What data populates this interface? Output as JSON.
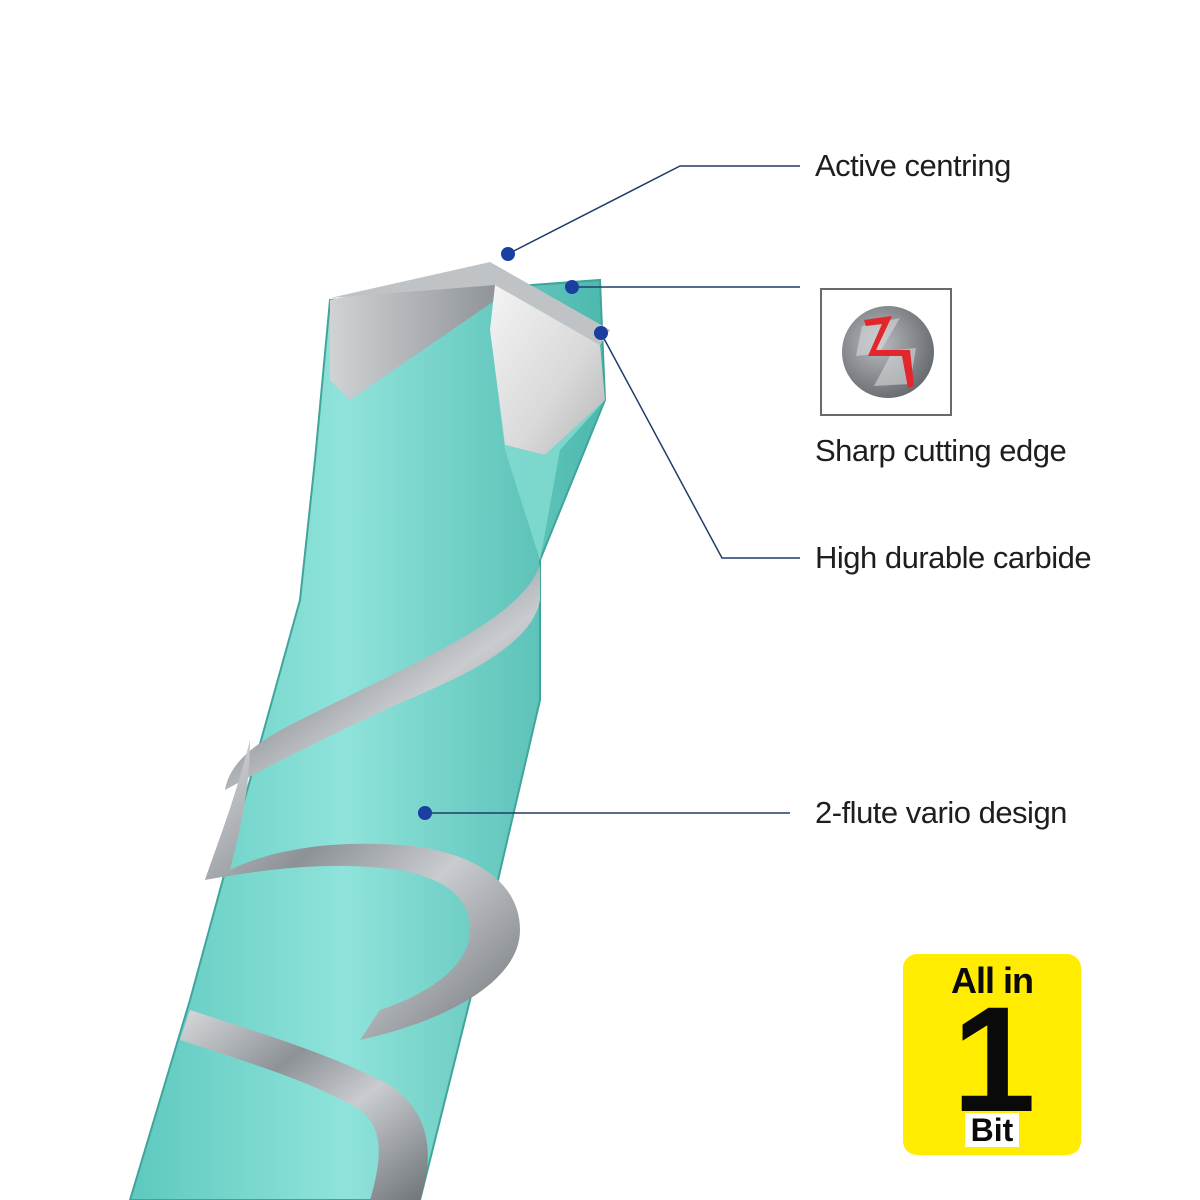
{
  "callouts": {
    "active_centring": "Active centring",
    "sharp_cutting_edge": "Sharp cutting edge",
    "high_durable_carbide": "High durable carbide",
    "flute_design": "2-flute vario design"
  },
  "badge": {
    "top_text": "All in",
    "number": "1",
    "bottom_text": "Bit"
  },
  "colors": {
    "body_teal": "#6fd3c9",
    "spiral_silver": "#9a9ea3",
    "leader_line": "#1f3d6b",
    "dot_blue": "#1a3fa0",
    "badge_yellow": "#ffec00",
    "icon_red": "#e3262b"
  }
}
